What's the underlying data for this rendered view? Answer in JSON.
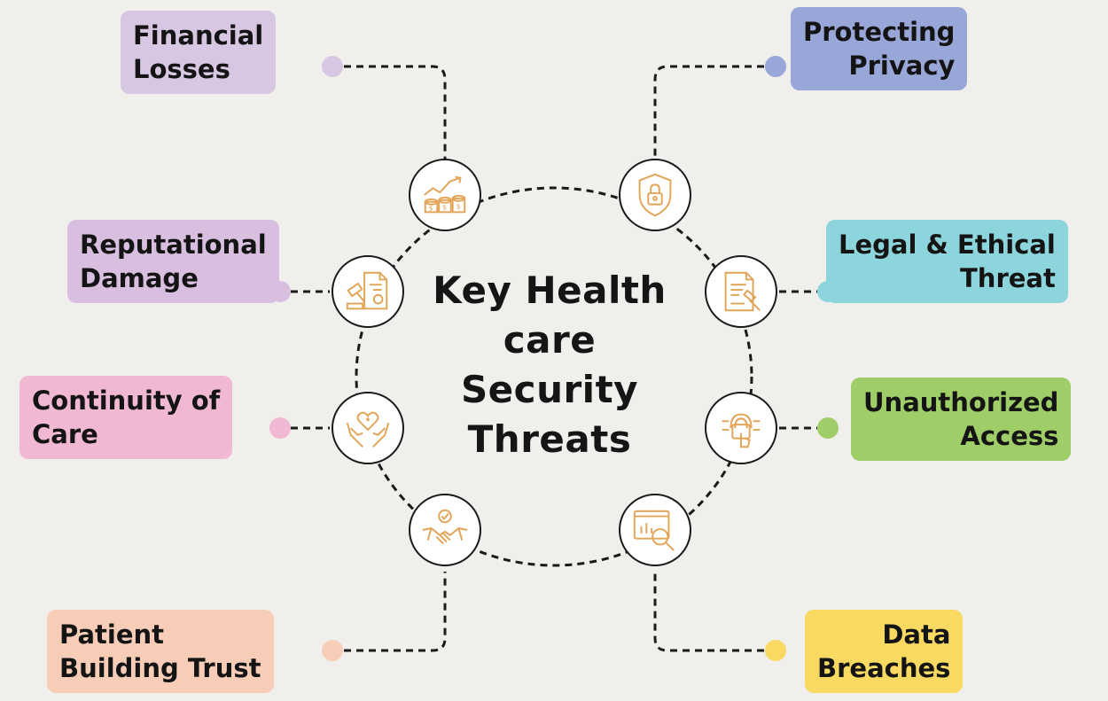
{
  "center": {
    "title_lines": [
      "Key Health",
      "care",
      "Security",
      "Threats"
    ]
  },
  "items": [
    {
      "id": "financial-losses",
      "lines": [
        "Financial",
        "Losses"
      ],
      "icon": "coins-growth-icon",
      "color": "#d8c7e3"
    },
    {
      "id": "protecting-privacy",
      "lines": [
        "Protecting",
        "Privacy"
      ],
      "icon": "shield-lock-icon",
      "color": "#98a6d8"
    },
    {
      "id": "reputational-damage",
      "lines": [
        "Reputational",
        "Damage"
      ],
      "icon": "gavel-document-icon",
      "color": "#d9bfdf"
    },
    {
      "id": "legal-ethical-threat",
      "lines": [
        "Legal & Ethical",
        "Threat"
      ],
      "icon": "legal-document-icon",
      "color": "#8dd5dc"
    },
    {
      "id": "continuity-of-care",
      "lines": [
        "Continuity of",
        "Care"
      ],
      "icon": "hands-heart-icon",
      "color": "#f1b8d3"
    },
    {
      "id": "unauthorized-access",
      "lines": [
        "Unauthorized",
        "Access"
      ],
      "icon": "fingerprint-touch-icon",
      "color": "#9fce69"
    },
    {
      "id": "patient-building-trust",
      "lines": [
        "Patient",
        "Building Trust"
      ],
      "icon": "handshake-icon",
      "color": "#f7cdb8"
    },
    {
      "id": "data-breaches",
      "lines": [
        "Data",
        "Breaches"
      ],
      "icon": "data-analysis-icon",
      "color": "#f8da62"
    }
  ],
  "colors": {
    "icon_stroke": "#e2a456",
    "outline": "#1a1a1a"
  }
}
